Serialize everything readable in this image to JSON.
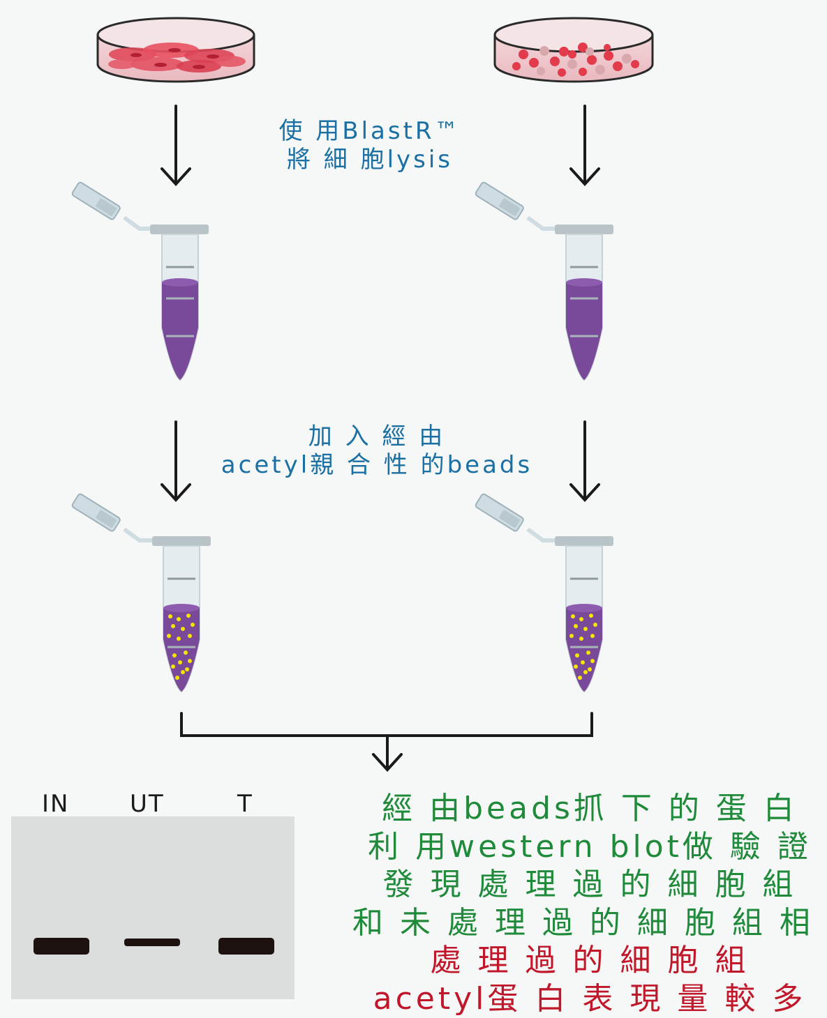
{
  "steps": {
    "lysis_line1": "使 用BlastR™",
    "lysis_line2": "將 細 胞lysis",
    "beads_line1": "加 入 經 由",
    "beads_line2": "acetyl親 合 性 的beads"
  },
  "blot": {
    "lanes": [
      "IN",
      "UT",
      "T"
    ]
  },
  "conclusion": {
    "line1": "經 由beads抓 下 的 蛋 白",
    "line2": "利 用western blot做 驗 證",
    "line3": "發 現 處 理 過 的 細 胞 組",
    "line4": "和 未 處 理 過 的 細 胞 組 相 比",
    "line5": "處 理 過 的 細 胞 組",
    "line6": "acetyl蛋 白 表 現 量 較 多"
  },
  "colors": {
    "text_blue": "#1a6fa3",
    "text_green": "#1e8a3a",
    "text_red": "#c0182a",
    "lysate_purple": "#7a4a9a",
    "bead_yellow": "#f5e500"
  }
}
